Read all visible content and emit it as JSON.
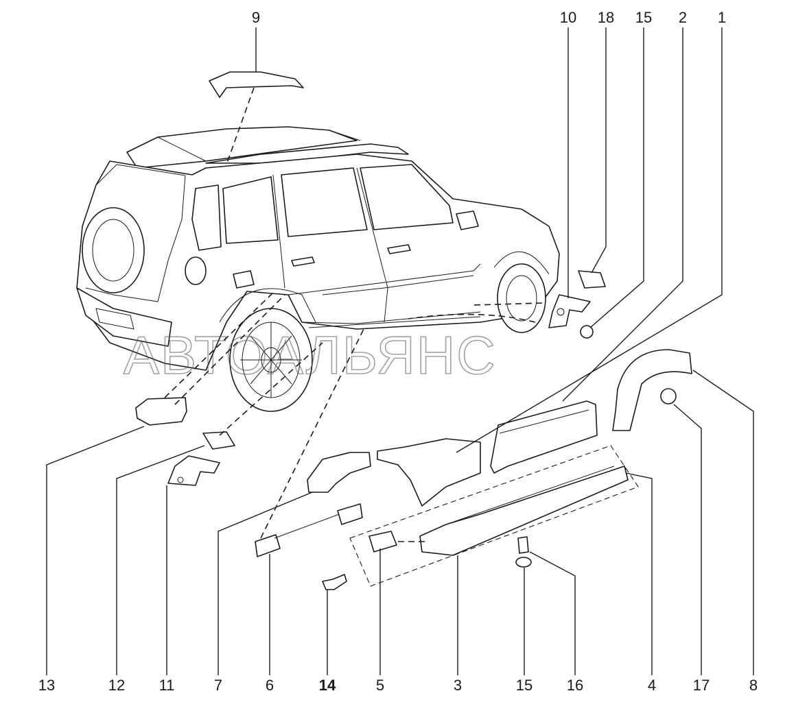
{
  "watermark": "АВТОАЛЬЯНС",
  "callouts_top": [
    "9",
    "10",
    "18",
    "15",
    "2",
    "1"
  ],
  "callouts_bottom": [
    "13",
    "12",
    "11",
    "7",
    "6",
    "14",
    "5",
    "3",
    "15",
    "16",
    "4",
    "17",
    "8"
  ],
  "bold_callouts": [
    "14"
  ],
  "colors": {
    "ink": "#1a1a1a",
    "paper": "#ffffff"
  }
}
